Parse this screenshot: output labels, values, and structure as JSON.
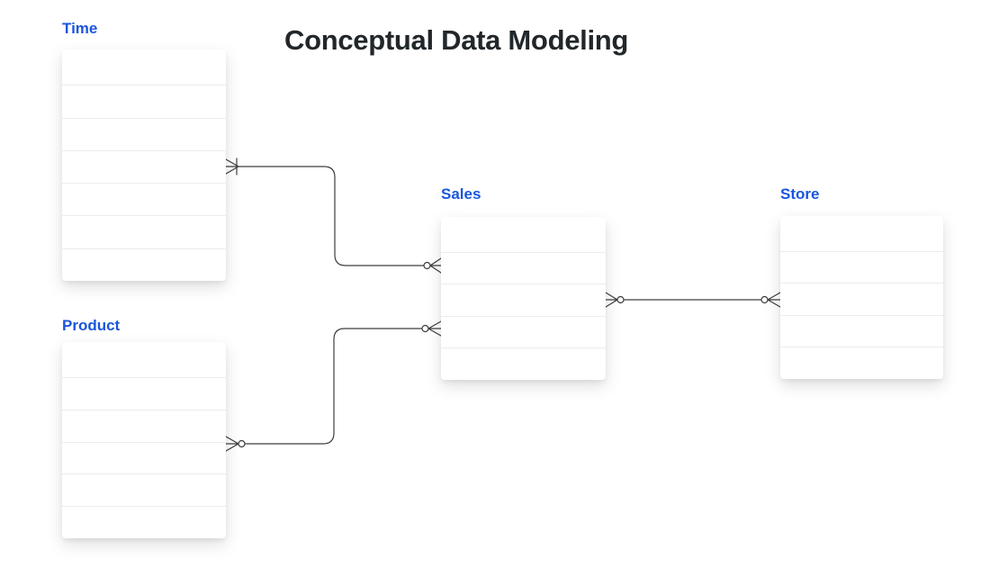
{
  "page": {
    "title": "Conceptual Data Modeling"
  },
  "colors": {
    "background": "#ffffff",
    "title_text": "#21272a",
    "entity_label": "#1a56db",
    "connector_line": "#3d3d3d",
    "row_divider": "#ececec",
    "card_background": "#ffffff"
  },
  "entities": {
    "time": {
      "label": "Time",
      "row_count": 7
    },
    "product": {
      "label": "Product",
      "row_count": 6
    },
    "sales": {
      "label": "Sales",
      "row_count": 5
    },
    "store": {
      "label": "Store",
      "row_count": 5
    }
  },
  "relationships": [
    {
      "id": "time-sales",
      "from": "Time",
      "to": "Sales",
      "from_notation": "many-mandatory (crow's foot with bar)",
      "to_notation": "zero-or-many (crow's foot with circle)"
    },
    {
      "id": "product-sales",
      "from": "Product",
      "to": "Sales",
      "from_notation": "zero-or-many (crow's foot with circle)",
      "to_notation": "zero-or-many (crow's foot with circle)"
    },
    {
      "id": "sales-store",
      "from": "Sales",
      "to": "Store",
      "from_notation": "zero-or-many (crow's foot with circle)",
      "to_notation": "zero-or-many (crow's foot with circle)"
    }
  ]
}
